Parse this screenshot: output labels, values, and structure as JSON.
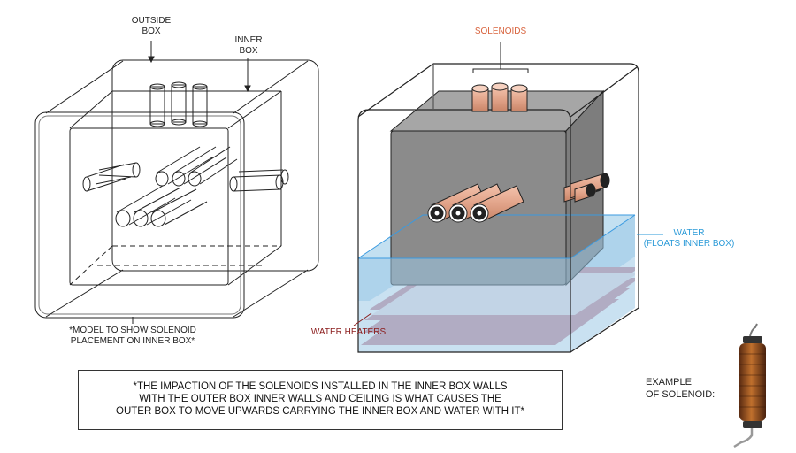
{
  "labels": {
    "outside_box": [
      "OUTSIDE",
      "BOX"
    ],
    "inner_box": [
      "INNER",
      "BOX"
    ],
    "model_caption": [
      "*MODEL TO SHOW SOLENOID",
      "PLACEMENT ON INNER BOX*"
    ],
    "solenoids": "SOLENOIDS",
    "water": [
      "WATER",
      "(FLOATS INNER BOX)"
    ],
    "water_heaters": "WATER HEATERS",
    "example": [
      "EXAMPLE",
      "OF SOLENOID:"
    ]
  },
  "note": [
    "*THE IMPACTION OF THE SOLENOIDS INSTALLED  IN THE  INNER BOX WALLS",
    "WITH THE OUTER BOX INNER WALLS AND CEILING IS WHAT CAUSES THE",
    "OUTER BOX TO MOVE UPWARDS CARRYING THE INNER BOX AND WATER WITH IT*"
  ],
  "colors": {
    "outline": "#222222",
    "solenoid_label": "#d8623c",
    "water_label": "#2a9ad8",
    "heater_label": "#8b1c1c",
    "inner_box_fill": "#8a8a8a",
    "water_fill": "#9cc8e6",
    "heater_stripe": "#c98a99",
    "copper": "#e2a48a"
  }
}
